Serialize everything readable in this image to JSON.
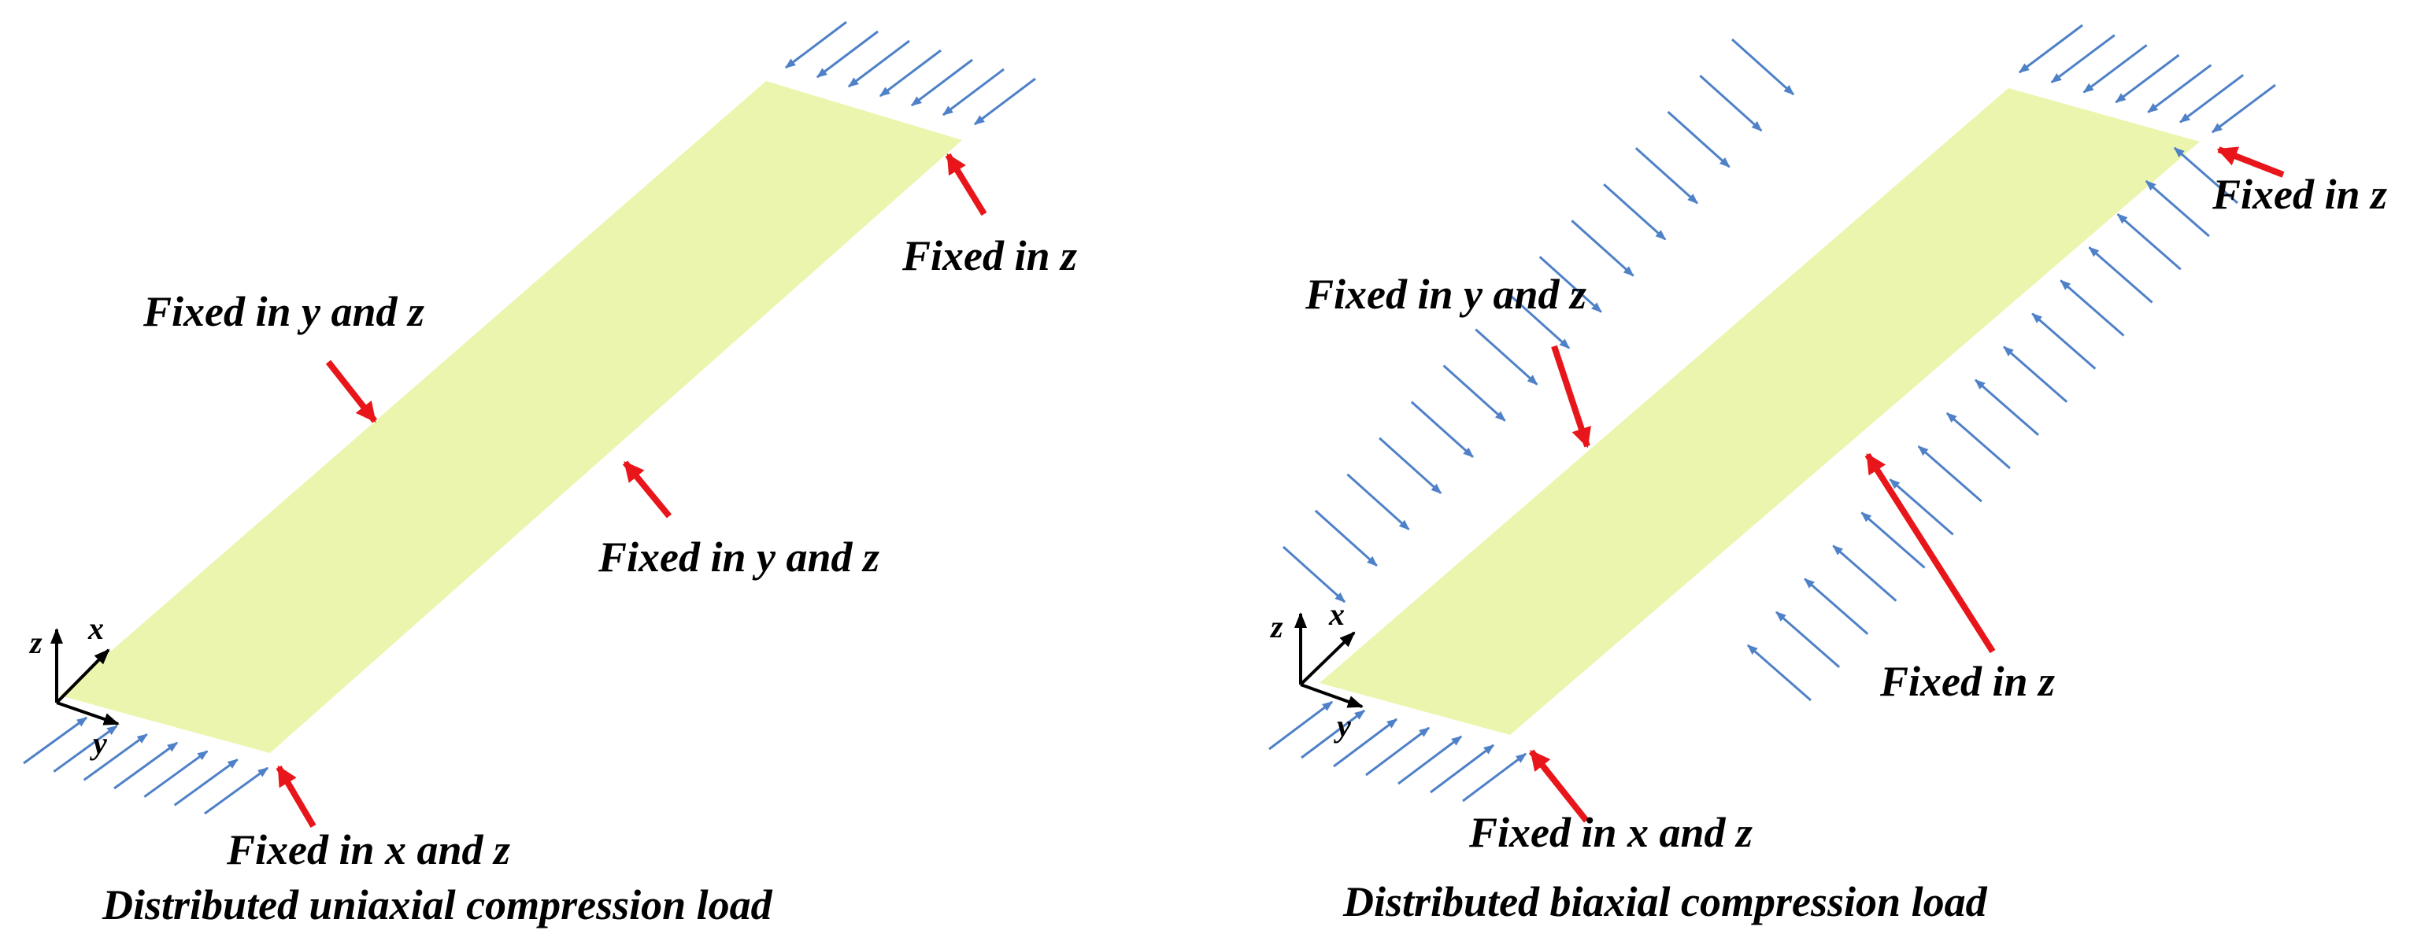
{
  "colors": {
    "plate_fill": "#ebf5ad",
    "load_arrow": "#4f81c8",
    "constraint_arrow": "#e8161b",
    "axis": "#000000",
    "text": "#000000"
  },
  "left_panel": {
    "caption": "Distributed uniaxial compression load",
    "label_top_right": "Fixed in z",
    "label_upper_left": "Fixed in y and z",
    "label_middle": "Fixed in y and z",
    "label_bottom": "Fixed in x and z",
    "axes": {
      "z": "z",
      "x": "x",
      "y": "y"
    }
  },
  "right_panel": {
    "caption": "Distributed biaxial compression load",
    "label_top_right": "Fixed in z",
    "label_upper_left": "Fixed in y and z",
    "label_lower_right": "Fixed in z",
    "label_bottom": "Fixed in x and z",
    "axes": {
      "z": "z",
      "x": "x",
      "y": "y"
    }
  }
}
